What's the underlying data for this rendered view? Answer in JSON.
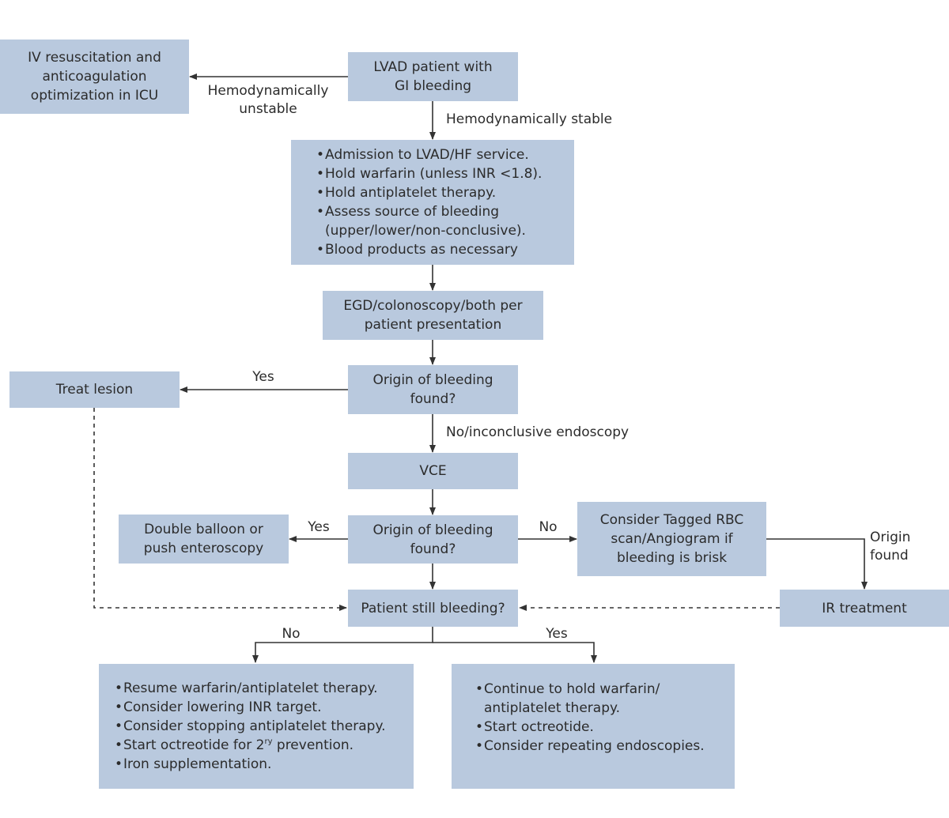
{
  "colors": {
    "box_fill": "#b9c9de",
    "line": "#333333",
    "text": "#2b2b2b"
  },
  "nodes": {
    "icu": {
      "lines": [
        "IV resuscitation and",
        "anticoagulation",
        "optimization in ICU"
      ]
    },
    "start": {
      "lines": [
        "LVAD patient with",
        "GI bleeding"
      ]
    },
    "admission": {
      "bullets": [
        "Admission to LVAD/HF service.",
        "Hold warfarin (unless INR <1.8).",
        "Hold antiplatelet therapy.",
        "Assess source of bleeding",
        "(upper/lower/non-conclusive).",
        "Blood products as necessary"
      ]
    },
    "egd": {
      "lines": [
        "EGD/colonoscopy/both per",
        "patient presentation"
      ]
    },
    "origin1": {
      "lines": [
        "Origin of bleeding",
        "found?"
      ]
    },
    "treat": {
      "lines": [
        "Treat lesion"
      ]
    },
    "vce": {
      "lines": [
        "VCE"
      ]
    },
    "origin2": {
      "lines": [
        "Origin of bleeding",
        "found?"
      ]
    },
    "balloon": {
      "lines": [
        "Double balloon or",
        "push enteroscopy"
      ]
    },
    "tagged": {
      "lines": [
        "Consider Tagged RBC",
        "scan/Angiogram if",
        "bleeding is brisk"
      ]
    },
    "still": {
      "lines": [
        "Patient still bleeding?"
      ]
    },
    "ir": {
      "lines": [
        "IR treatment"
      ]
    },
    "no_box": {
      "bullets": [
        "Resume warfarin/antiplatelet therapy.",
        "Consider lowering INR target.",
        "Consider stopping antiplatelet therapy."
      ],
      "octreotide_pre": "Start octreotide for 2",
      "octreotide_sup": "ry",
      "octreotide_post": " prevention.",
      "last": "Iron supplementation."
    },
    "yes_box": {
      "bullets": [
        "Continue to hold warfarin/",
        "antiplatelet therapy.",
        "Start octreotide.",
        "Consider repeating endoscopies."
      ]
    }
  },
  "edge_labels": {
    "unstable": [
      "Hemodynamically",
      "unstable"
    ],
    "stable": "Hemodynamically stable",
    "yes1": "Yes",
    "no_inconclusive": "No/inconclusive endoscopy",
    "yes2": "Yes",
    "no2": "No",
    "origin_found": [
      "Origin",
      "found"
    ],
    "no3": "No",
    "yes3": "Yes"
  }
}
